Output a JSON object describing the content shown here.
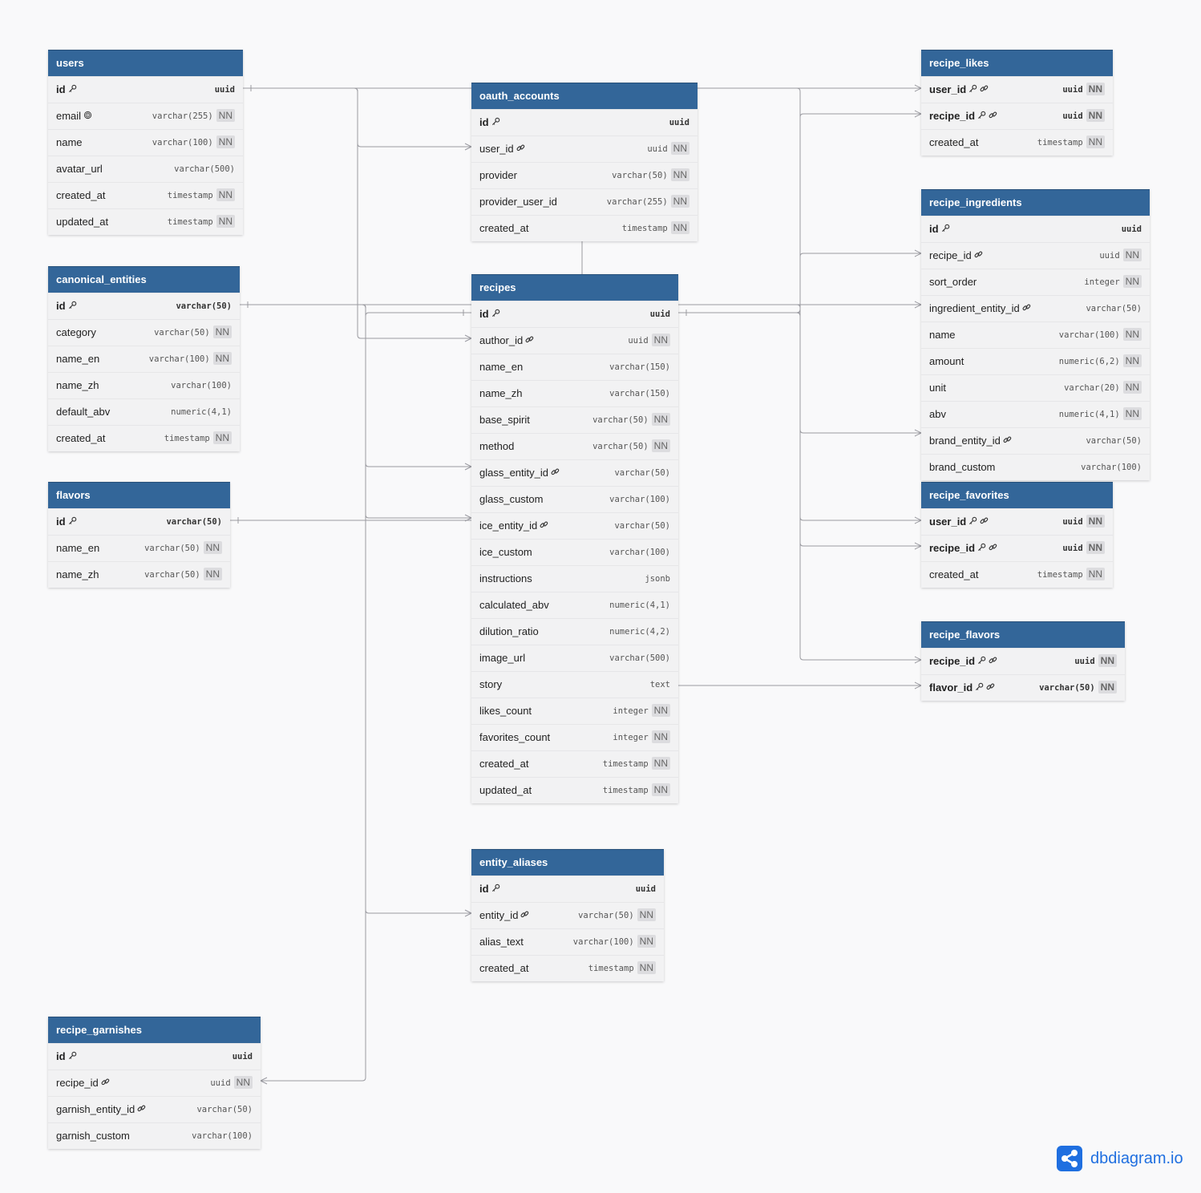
{
  "brand": {
    "name": "dbdiagram.io"
  },
  "colors": {
    "header": "#336699",
    "line": "#9a9aa0",
    "brand": "#1f6fe0"
  },
  "tables": [
    {
      "name": "users",
      "fields": [
        {
          "name": "id",
          "type": "uuid",
          "pk": true
        },
        {
          "name": "email",
          "type": "varchar(255)",
          "nn": true,
          "icon": "unique-icon"
        },
        {
          "name": "name",
          "type": "varchar(100)",
          "nn": true
        },
        {
          "name": "avatar_url",
          "type": "varchar(500)"
        },
        {
          "name": "created_at",
          "type": "timestamp",
          "nn": true
        },
        {
          "name": "updated_at",
          "type": "timestamp",
          "nn": true
        }
      ]
    },
    {
      "name": "oauth_accounts",
      "fields": [
        {
          "name": "id",
          "type": "uuid",
          "pk": true
        },
        {
          "name": "user_id",
          "type": "uuid",
          "nn": true,
          "fk": true
        },
        {
          "name": "provider",
          "type": "varchar(50)",
          "nn": true
        },
        {
          "name": "provider_user_id",
          "type": "varchar(255)",
          "nn": true
        },
        {
          "name": "created_at",
          "type": "timestamp",
          "nn": true
        }
      ]
    },
    {
      "name": "recipe_likes",
      "fields": [
        {
          "name": "user_id",
          "type": "uuid",
          "nn": true,
          "pk": true,
          "fk": true
        },
        {
          "name": "recipe_id",
          "type": "uuid",
          "nn": true,
          "pk": true,
          "fk": true
        },
        {
          "name": "created_at",
          "type": "timestamp",
          "nn": true
        }
      ]
    },
    {
      "name": "recipe_ingredients",
      "fields": [
        {
          "name": "id",
          "type": "uuid",
          "pk": true
        },
        {
          "name": "recipe_id",
          "type": "uuid",
          "nn": true,
          "fk": true
        },
        {
          "name": "sort_order",
          "type": "integer",
          "nn": true
        },
        {
          "name": "ingredient_entity_id",
          "type": "varchar(50)",
          "fk": true
        },
        {
          "name": "name",
          "type": "varchar(100)",
          "nn": true
        },
        {
          "name": "amount",
          "type": "numeric(6,2)",
          "nn": true
        },
        {
          "name": "unit",
          "type": "varchar(20)",
          "nn": true
        },
        {
          "name": "abv",
          "type": "numeric(4,1)",
          "nn": true
        },
        {
          "name": "brand_entity_id",
          "type": "varchar(50)",
          "fk": true
        },
        {
          "name": "brand_custom",
          "type": "varchar(100)"
        }
      ]
    },
    {
      "name": "canonical_entities",
      "fields": [
        {
          "name": "id",
          "type": "varchar(50)",
          "pk": true
        },
        {
          "name": "category",
          "type": "varchar(50)",
          "nn": true
        },
        {
          "name": "name_en",
          "type": "varchar(100)",
          "nn": true
        },
        {
          "name": "name_zh",
          "type": "varchar(100)"
        },
        {
          "name": "default_abv",
          "type": "numeric(4,1)"
        },
        {
          "name": "created_at",
          "type": "timestamp",
          "nn": true
        }
      ]
    },
    {
      "name": "recipes",
      "fields": [
        {
          "name": "id",
          "type": "uuid",
          "pk": true
        },
        {
          "name": "author_id",
          "type": "uuid",
          "nn": true,
          "fk": true
        },
        {
          "name": "name_en",
          "type": "varchar(150)"
        },
        {
          "name": "name_zh",
          "type": "varchar(150)"
        },
        {
          "name": "base_spirit",
          "type": "varchar(50)",
          "nn": true
        },
        {
          "name": "method",
          "type": "varchar(50)",
          "nn": true
        },
        {
          "name": "glass_entity_id",
          "type": "varchar(50)",
          "fk": true
        },
        {
          "name": "glass_custom",
          "type": "varchar(100)"
        },
        {
          "name": "ice_entity_id",
          "type": "varchar(50)",
          "fk": true
        },
        {
          "name": "ice_custom",
          "type": "varchar(100)"
        },
        {
          "name": "instructions",
          "type": "jsonb"
        },
        {
          "name": "calculated_abv",
          "type": "numeric(4,1)"
        },
        {
          "name": "dilution_ratio",
          "type": "numeric(4,2)"
        },
        {
          "name": "image_url",
          "type": "varchar(500)"
        },
        {
          "name": "story",
          "type": "text"
        },
        {
          "name": "likes_count",
          "type": "integer",
          "nn": true
        },
        {
          "name": "favorites_count",
          "type": "integer",
          "nn": true
        },
        {
          "name": "created_at",
          "type": "timestamp",
          "nn": true
        },
        {
          "name": "updated_at",
          "type": "timestamp",
          "nn": true
        }
      ]
    },
    {
      "name": "flavors",
      "fields": [
        {
          "name": "id",
          "type": "varchar(50)",
          "pk": true
        },
        {
          "name": "name_en",
          "type": "varchar(50)",
          "nn": true
        },
        {
          "name": "name_zh",
          "type": "varchar(50)",
          "nn": true
        }
      ]
    },
    {
      "name": "recipe_favorites",
      "fields": [
        {
          "name": "user_id",
          "type": "uuid",
          "nn": true,
          "pk": true,
          "fk": true
        },
        {
          "name": "recipe_id",
          "type": "uuid",
          "nn": true,
          "pk": true,
          "fk": true
        },
        {
          "name": "created_at",
          "type": "timestamp",
          "nn": true
        }
      ]
    },
    {
      "name": "recipe_flavors",
      "fields": [
        {
          "name": "recipe_id",
          "type": "uuid",
          "nn": true,
          "pk": true,
          "fk": true
        },
        {
          "name": "flavor_id",
          "type": "varchar(50)",
          "nn": true,
          "pk": true,
          "fk": true
        }
      ]
    },
    {
      "name": "entity_aliases",
      "fields": [
        {
          "name": "id",
          "type": "uuid",
          "pk": true
        },
        {
          "name": "entity_id",
          "type": "varchar(50)",
          "nn": true,
          "fk": true
        },
        {
          "name": "alias_text",
          "type": "varchar(100)",
          "nn": true
        },
        {
          "name": "created_at",
          "type": "timestamp",
          "nn": true
        }
      ]
    },
    {
      "name": "recipe_garnishes",
      "fields": [
        {
          "name": "id",
          "type": "uuid",
          "pk": true
        },
        {
          "name": "recipe_id",
          "type": "uuid",
          "nn": true,
          "fk": true
        },
        {
          "name": "garnish_entity_id",
          "type": "varchar(50)",
          "fk": true
        },
        {
          "name": "garnish_custom",
          "type": "varchar(100)"
        }
      ]
    }
  ],
  "nn_label": "NN",
  "relationships": [
    {
      "from": "oauth_accounts.user_id",
      "to": "users.id"
    },
    {
      "from": "recipes.author_id",
      "to": "users.id"
    },
    {
      "from": "recipe_likes.user_id",
      "to": "users.id"
    },
    {
      "from": "recipe_likes.recipe_id",
      "to": "recipes.id"
    },
    {
      "from": "recipe_ingredients.recipe_id",
      "to": "recipes.id"
    },
    {
      "from": "recipe_ingredients.ingredient_entity_id",
      "to": "canonical_entities.id"
    },
    {
      "from": "recipe_ingredients.brand_entity_id",
      "to": "canonical_entities.id"
    },
    {
      "from": "recipes.glass_entity_id",
      "to": "canonical_entities.id"
    },
    {
      "from": "recipes.ice_entity_id",
      "to": "canonical_entities.id"
    },
    {
      "from": "recipe_favorites.user_id",
      "to": "users.id"
    },
    {
      "from": "recipe_favorites.recipe_id",
      "to": "recipes.id"
    },
    {
      "from": "recipe_flavors.recipe_id",
      "to": "recipes.id"
    },
    {
      "from": "recipe_flavors.flavor_id",
      "to": "flavors.id"
    },
    {
      "from": "entity_aliases.entity_id",
      "to": "canonical_entities.id"
    },
    {
      "from": "recipe_garnishes.recipe_id",
      "to": "recipes.id"
    },
    {
      "from": "recipe_garnishes.garnish_entity_id",
      "to": "canonical_entities.id"
    }
  ]
}
